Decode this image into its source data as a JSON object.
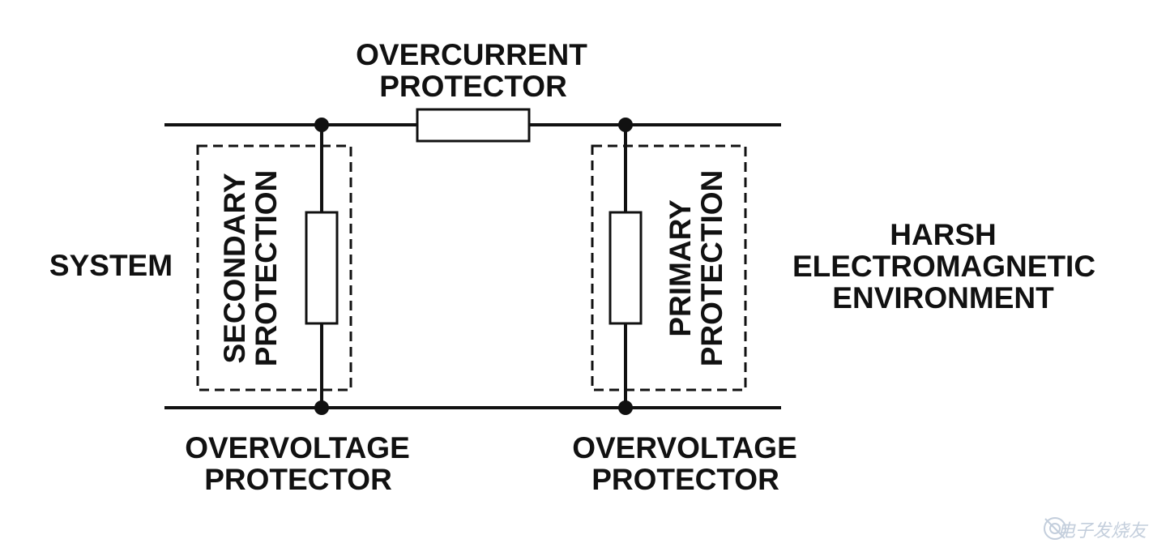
{
  "labels": {
    "overcurrent_line1": "OVERCURRENT",
    "overcurrent_line2": "PROTECTOR",
    "system": "SYSTEM",
    "harsh_line1": "HARSH",
    "harsh_line2": "ELECTROMAGNETIC",
    "harsh_line3": "ENVIRONMENT",
    "secondary_line1": "SECONDARY",
    "secondary_line2": "PROTECTION",
    "primary_line1": "PRIMARY",
    "primary_line2": "PROTECTION",
    "overvoltage_left_line1": "OVERVOLTAGE",
    "overvoltage_left_line2": "PROTECTOR",
    "overvoltage_right_line1": "OVERVOLTAGE",
    "overvoltage_right_line2": "PROTECTOR"
  },
  "watermark": {
    "text": "电子发烧友",
    "logo_name": "elecfans-logo"
  },
  "colors": {
    "ink": "#111111",
    "background": "#ffffff",
    "watermark": "#b9c6d6"
  }
}
